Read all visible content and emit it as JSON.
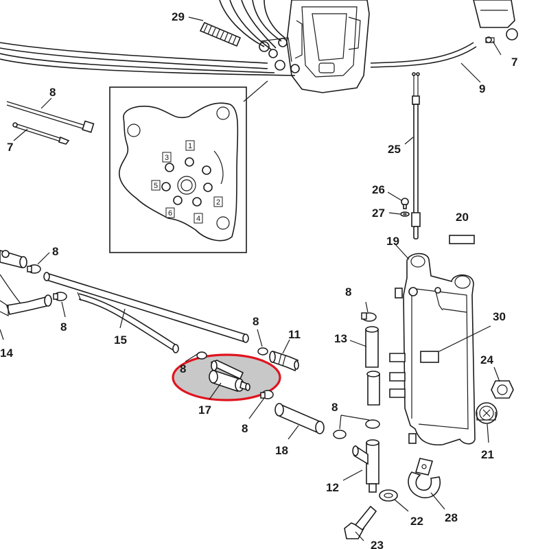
{
  "callouts": {
    "c29": "29",
    "c7a": "7",
    "c9": "9",
    "c8a": "8",
    "c7b": "7",
    "c25": "25",
    "c26": "26",
    "c27": "27",
    "c20": "20",
    "c19": "19",
    "c8b": "8",
    "c8c": "8",
    "c15": "15",
    "c14": "14",
    "c8d": "8",
    "c11": "11",
    "c8e": "8",
    "c17": "17",
    "c8f": "8",
    "c18": "18",
    "c8g": "8",
    "c13": "13",
    "c30": "30",
    "c24": "24",
    "c8h": "8",
    "c21": "21",
    "c12": "12",
    "c22": "22",
    "c28": "28",
    "c23": "23"
  },
  "inset_sequence": {
    "n1": "1",
    "n2": "2",
    "n3": "3",
    "n4": "4",
    "n5": "5",
    "n6": "6"
  },
  "colors": {
    "highlight_stroke": "#e0141e",
    "highlight_fill": "#c8c8c8",
    "line": "#1a1a1a"
  }
}
